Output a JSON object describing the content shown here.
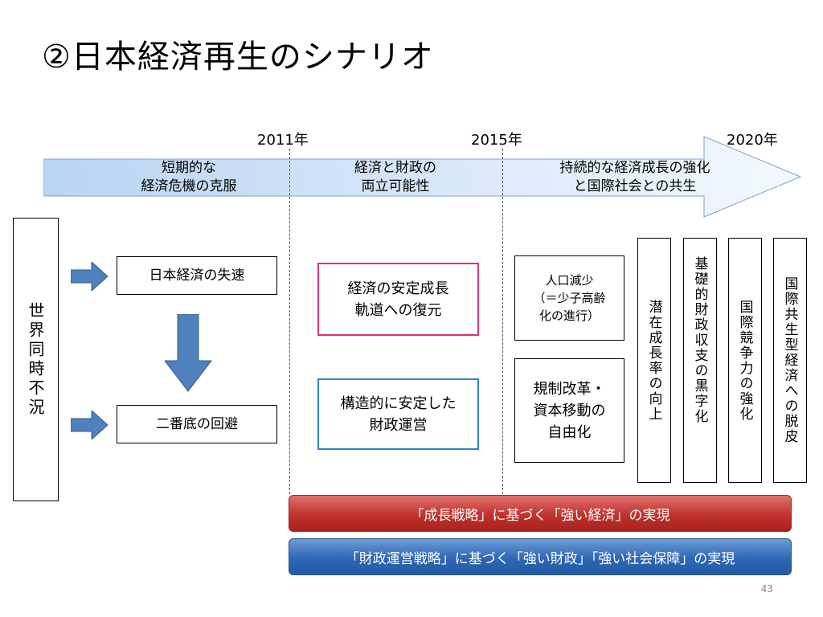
{
  "title": "②日本経済再生のシナリオ",
  "years": [
    "2011年",
    "2015年",
    "2020年"
  ],
  "phases": [
    "短期的な\n経済危機の克服",
    "経済と財政の\n両立可能性",
    "持続的な経済成長の強化\nと国際社会との共生"
  ],
  "left_vertical": "世界同時不況",
  "boxes": {
    "slowdown": "日本経済の失速",
    "avoid_double_dip": "二番底の回避",
    "stable_growth": "経済の安定成長\n軌道への復元",
    "stable_finance": "構造的に安定した\n財政運営",
    "population": "人口減少\n（＝少子高齢\n化の進行）",
    "deregulation": "規制改革・\n資本移動の\n自由化"
  },
  "vertical_boxes": [
    "潜在成長率の向上",
    "基礎的財政収支の黒字化",
    "国際競争力の強化",
    "国際共生型経済への脱皮"
  ],
  "bars": {
    "red": "「成長戦略」に基づく「強い経済」の実現",
    "blue": "「財政運営戦略」に基づく「強い財政」「強い社会保障」の実現"
  },
  "page_number": "43",
  "colors": {
    "timeline_arrow": "#cfe2f7",
    "pink_border": "#e0307a",
    "blue_border": "#2f7fd8",
    "arrow_fill": "#4f81bd",
    "red_bar": "#c0322d",
    "blue_bar": "#2f67b5"
  }
}
